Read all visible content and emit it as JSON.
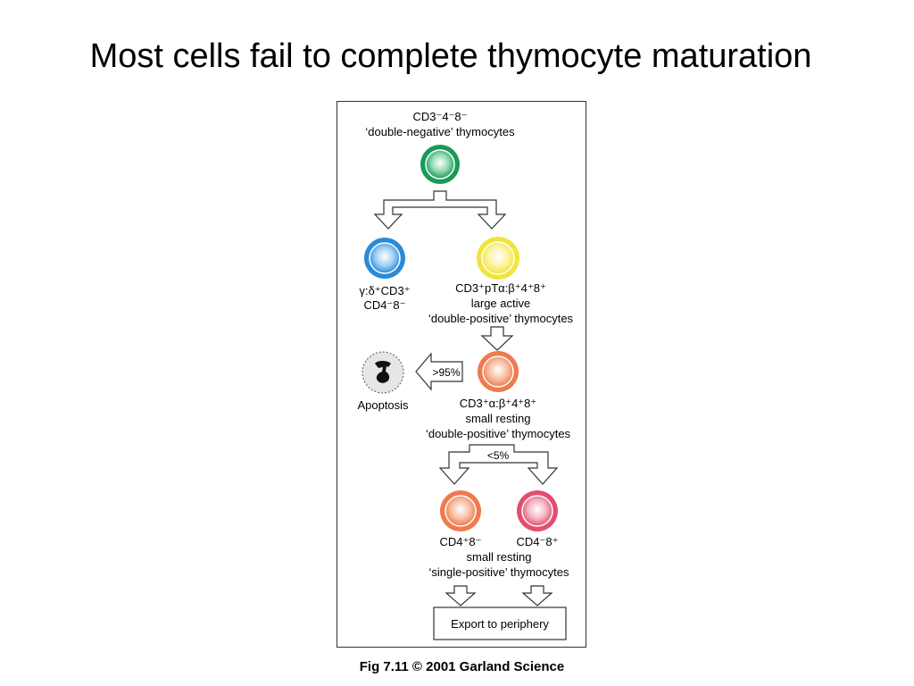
{
  "title": "Most cells fail to complete thymocyte maturation",
  "caption": "Fig 7.11  © 2001 Garland Science",
  "diagram": {
    "double_negative": {
      "line1": "CD3⁻4⁻8⁻",
      "line2": "‘double-negative’ thymocytes",
      "color": "#1a9a5a"
    },
    "gamma_delta": {
      "line1": "γ:δ⁺CD3⁺",
      "line2": "CD4⁻8⁻",
      "color": "#2b8ad6"
    },
    "large_dp": {
      "line1": "CD3⁺pTα:β⁺4⁺8⁺",
      "line2": "large active",
      "line3": "‘double-positive’ thymocytes",
      "color": "#f2e43a"
    },
    "apoptosis": {
      "label": "Apoptosis",
      "arrow_label": ">95%"
    },
    "small_dp": {
      "line1": "CD3⁺α:β⁺4⁺8⁺",
      "line2": "small resting",
      "line3": "‘double-positive’ thymocytes",
      "color": "#ef7a4e"
    },
    "split_label": "<5%",
    "cd4_sp": {
      "label": "CD4⁺8⁻",
      "color": "#ef7a4e"
    },
    "cd8_sp": {
      "label": "CD4⁻8⁺",
      "color": "#e0506e"
    },
    "single_positive": {
      "line1": "small resting",
      "line2": "‘single-positive’ thymocytes"
    },
    "export": {
      "label": "Export to periphery"
    }
  }
}
